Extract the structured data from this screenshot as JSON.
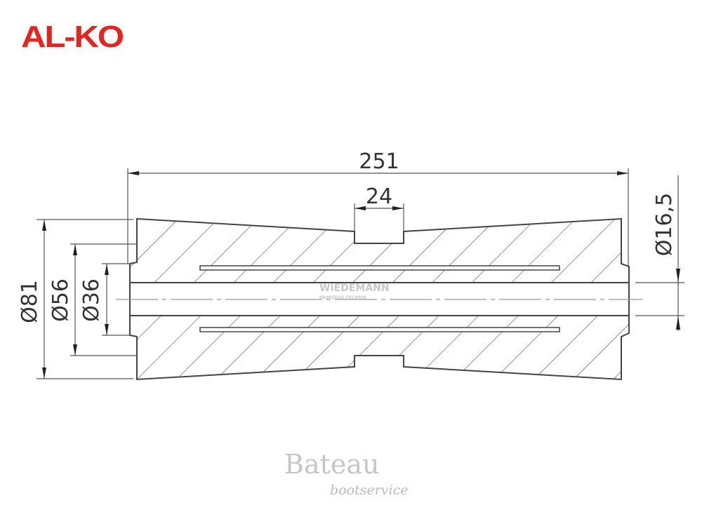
{
  "logo": {
    "brand": "AL-KO",
    "color": "#e52420"
  },
  "drawing": {
    "overall_length": "251",
    "groove_width": "24",
    "dia_outer": "Ø81",
    "dia_middle": "Ø56",
    "dia_inner": "Ø36",
    "dia_bore": "Ø16,5"
  },
  "watermark": {
    "main": "WIEDEMANN",
    "sub": "FAHRZEUG-TECHNIK"
  },
  "footer": {
    "brand": "Bateau",
    "tagline": "bootservice"
  }
}
